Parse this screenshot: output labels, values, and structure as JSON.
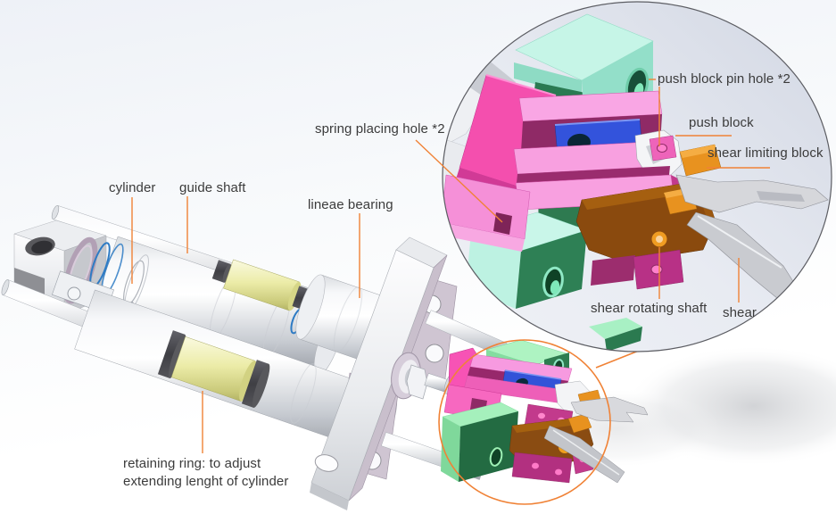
{
  "diagram": {
    "description": "Annotated CAD rendering of a pneumatic shear mechanism assembly with a magnified circular detail view of the shear head",
    "accent_color": "#f08236",
    "label_color": "#3b3b3b",
    "labels": {
      "cylinder": "cylinder",
      "guide_shaft": "guide shaft",
      "lineae_bearing": "lineae bearing",
      "spring_placing_hole": "spring placing hole *2",
      "push_block_pin_hole": "push block pin hole *2",
      "push_block": "push block",
      "shear_limiting_block": "shear limiting block",
      "shear_rotating_shaft": "shear rotating shaft",
      "shear": "shear",
      "retaining_ring_line1": "retaining ring: to adjust",
      "retaining_ring_line2": "extending lenght of cylinder"
    },
    "part_colors": {
      "retaining_ring_band": "#e9e9a8",
      "push_block_pink": "#f8a0e0",
      "spring_block_magenta": "#f44fae",
      "cylinder_body": "#f2f4f6",
      "guide_block_teal": "#c6f5e7",
      "mount_block_green": "#9ef0b5",
      "slider_blue": "#3353dc",
      "shear_limiting_orange": "#e8921f",
      "shear_rotating_brown": "#8a4a0e",
      "shear_blade_gray": "#d6d7db",
      "callout_circle": "#5c5d63"
    }
  }
}
